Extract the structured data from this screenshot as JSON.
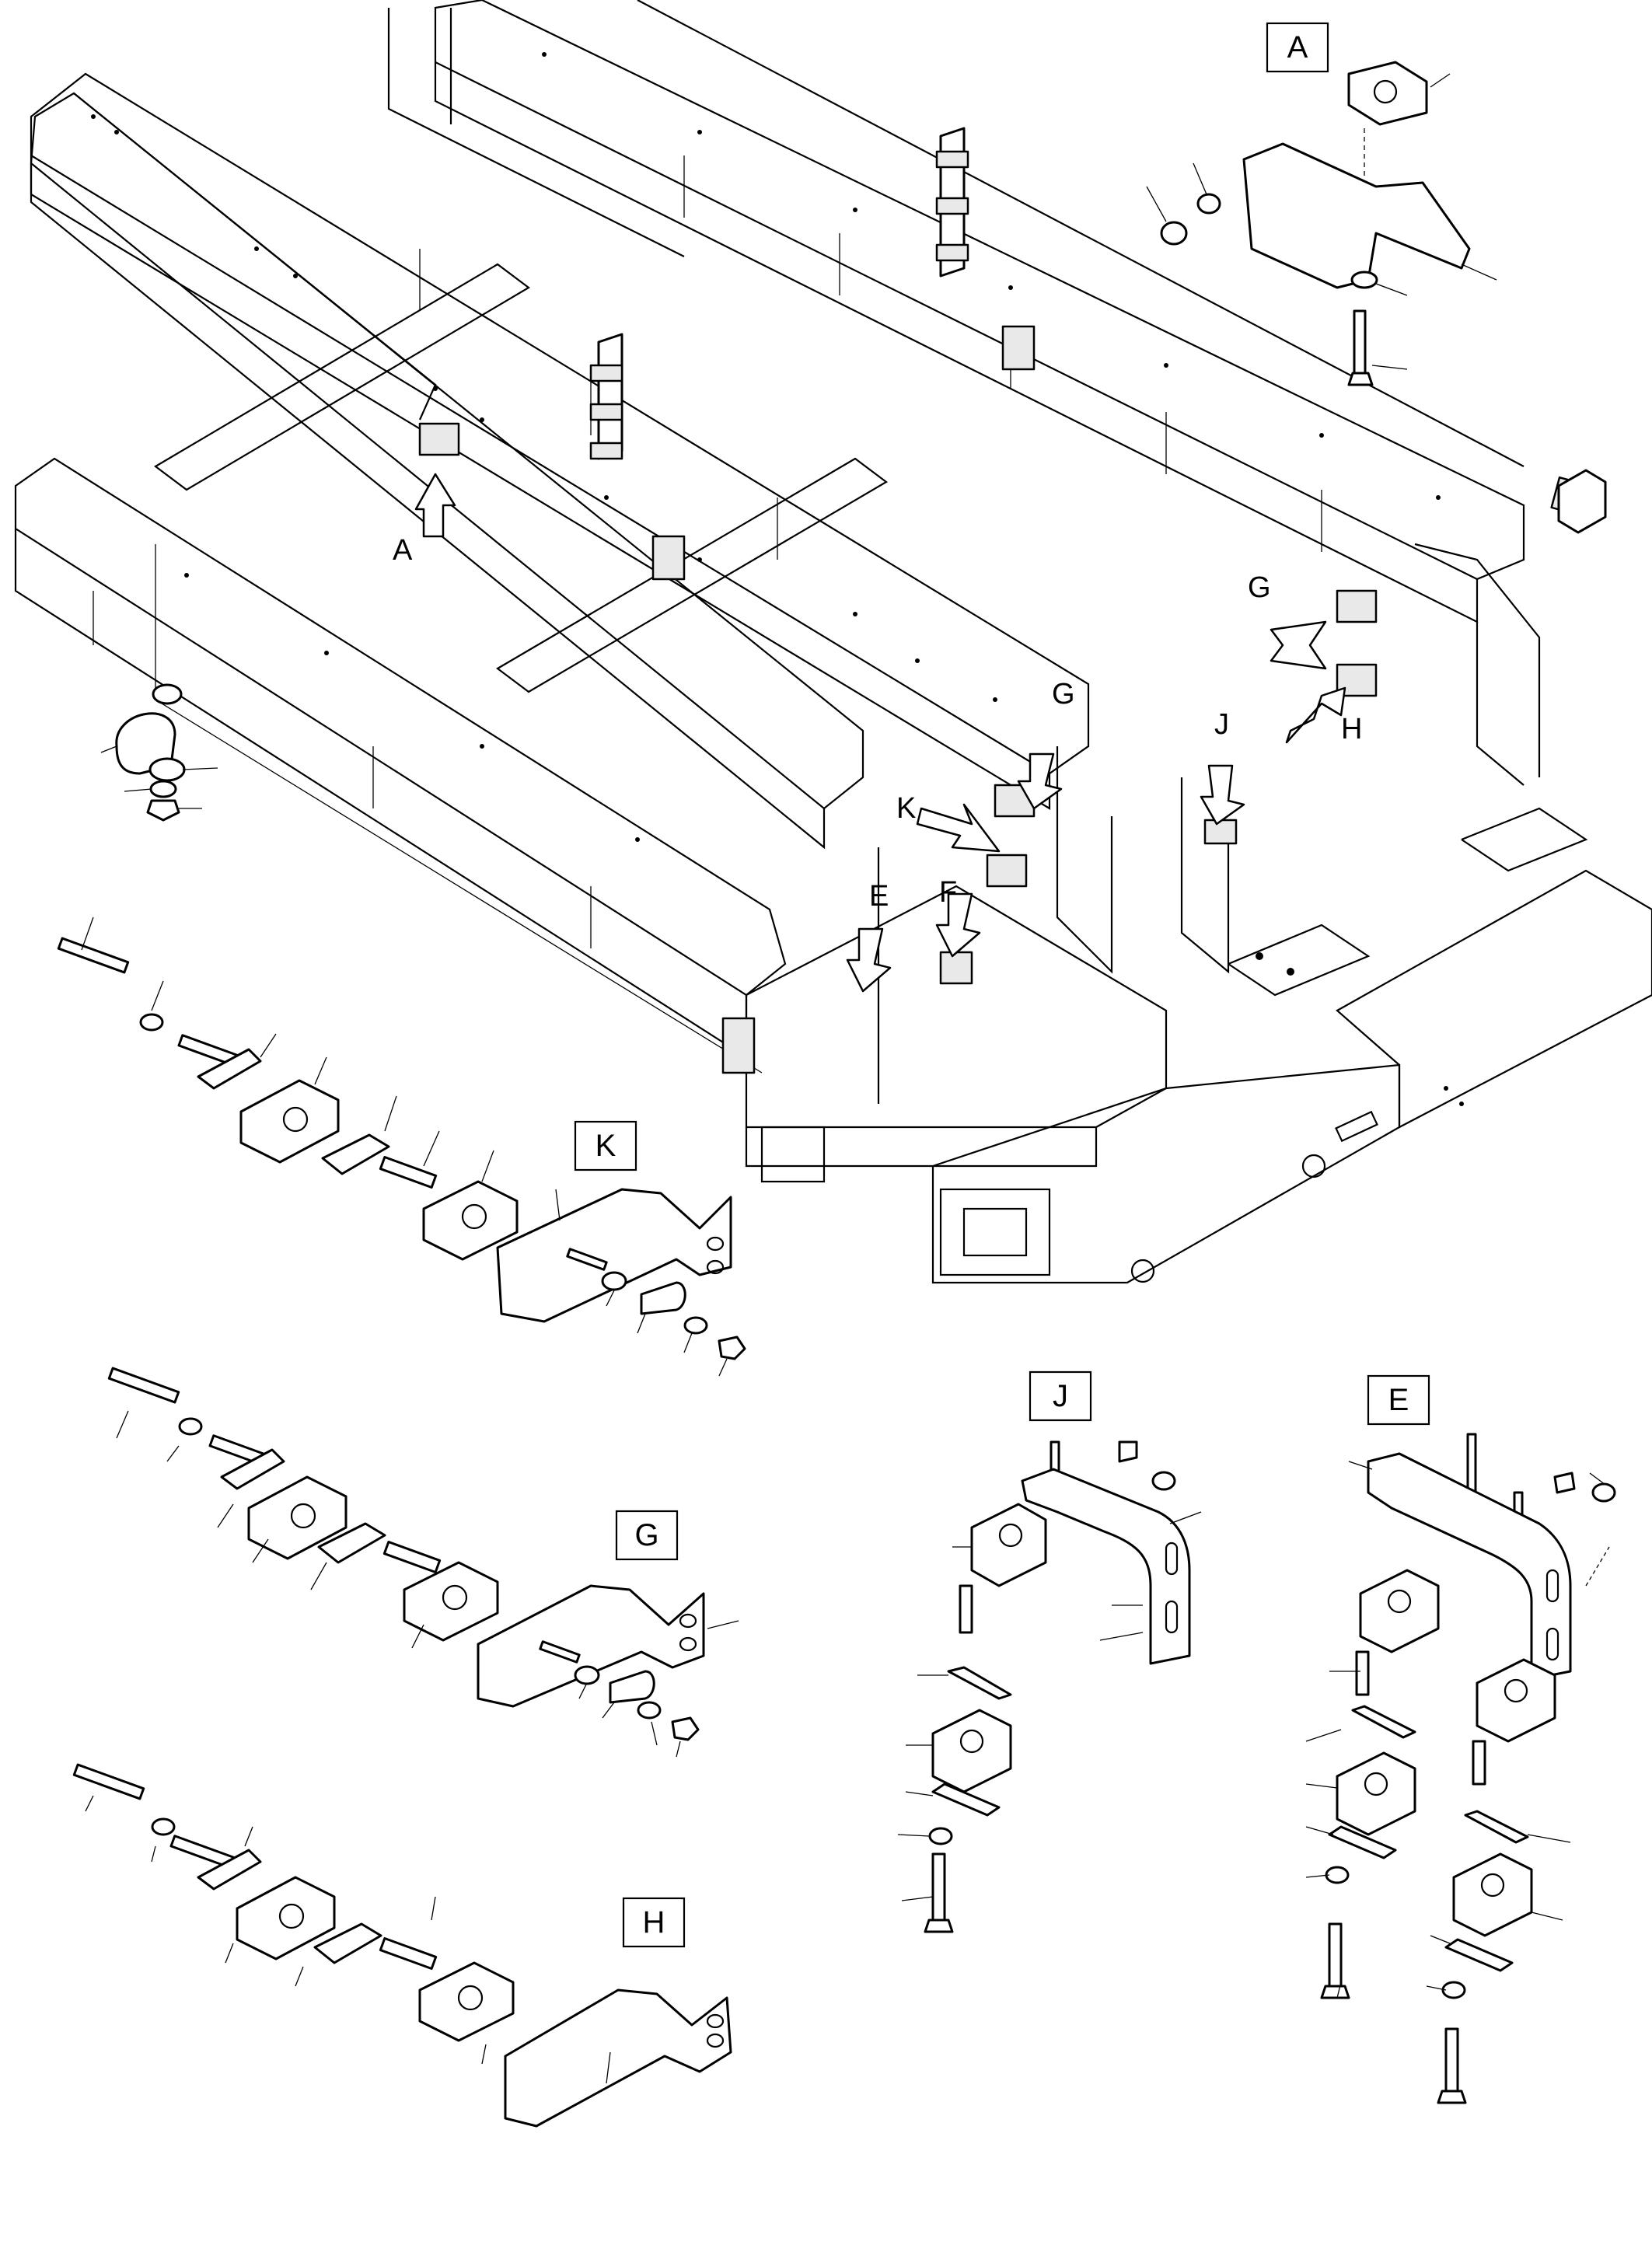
{
  "view_labels": {
    "A": "A",
    "E": "E",
    "F": "F",
    "G": "G",
    "H": "H",
    "J": "J",
    "K": "K"
  },
  "detail_boxes": {
    "A": "A",
    "K": "K",
    "G": "G",
    "H": "H",
    "J": "J",
    "E": "E"
  },
  "colors": {
    "line": "#000000",
    "background": "#ffffff",
    "part_shade": "#e9e9e9"
  }
}
